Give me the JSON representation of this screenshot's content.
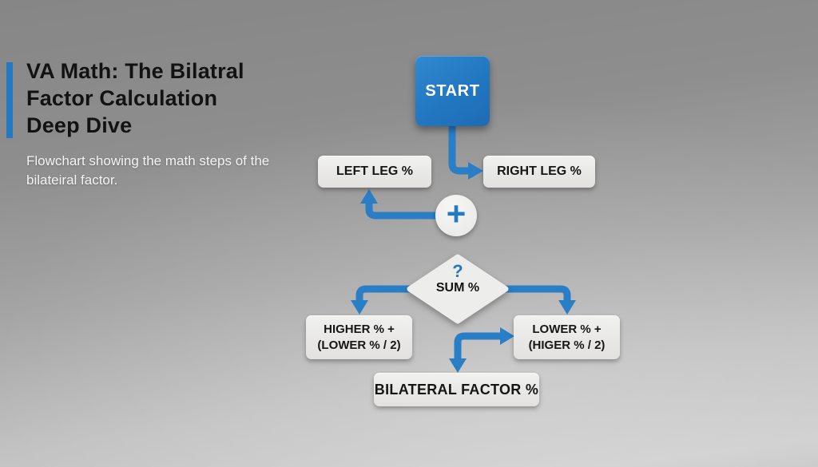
{
  "header": {
    "title_lines": [
      "VA Math: The Bilatral",
      "Factor Calculation",
      "Deep Dive"
    ],
    "subtitle": "Flowchart showing the math steps of the bilateiral factor."
  },
  "flowchart": {
    "start": {
      "label": "START"
    },
    "left_leg": {
      "label": "LEFT LEG %"
    },
    "right_leg": {
      "label": "RIGHT LEG %"
    },
    "plus": {
      "icon": "+"
    },
    "decision": {
      "question_mark": "?",
      "label": "SUM %"
    },
    "higher_box": {
      "line1": "HIGHER % +",
      "line2": "(LOWER % / 2)"
    },
    "lower_box": {
      "line1": "LOWER % +",
      "line2": "(HIGER % / 2)"
    },
    "result": {
      "label": "BILATERAL FACTOR %"
    }
  },
  "colors": {
    "accent_blue": "#2579c1",
    "node_fill": "#ececea",
    "background_top": "#868686",
    "background_bottom": "#cfcfcf"
  }
}
